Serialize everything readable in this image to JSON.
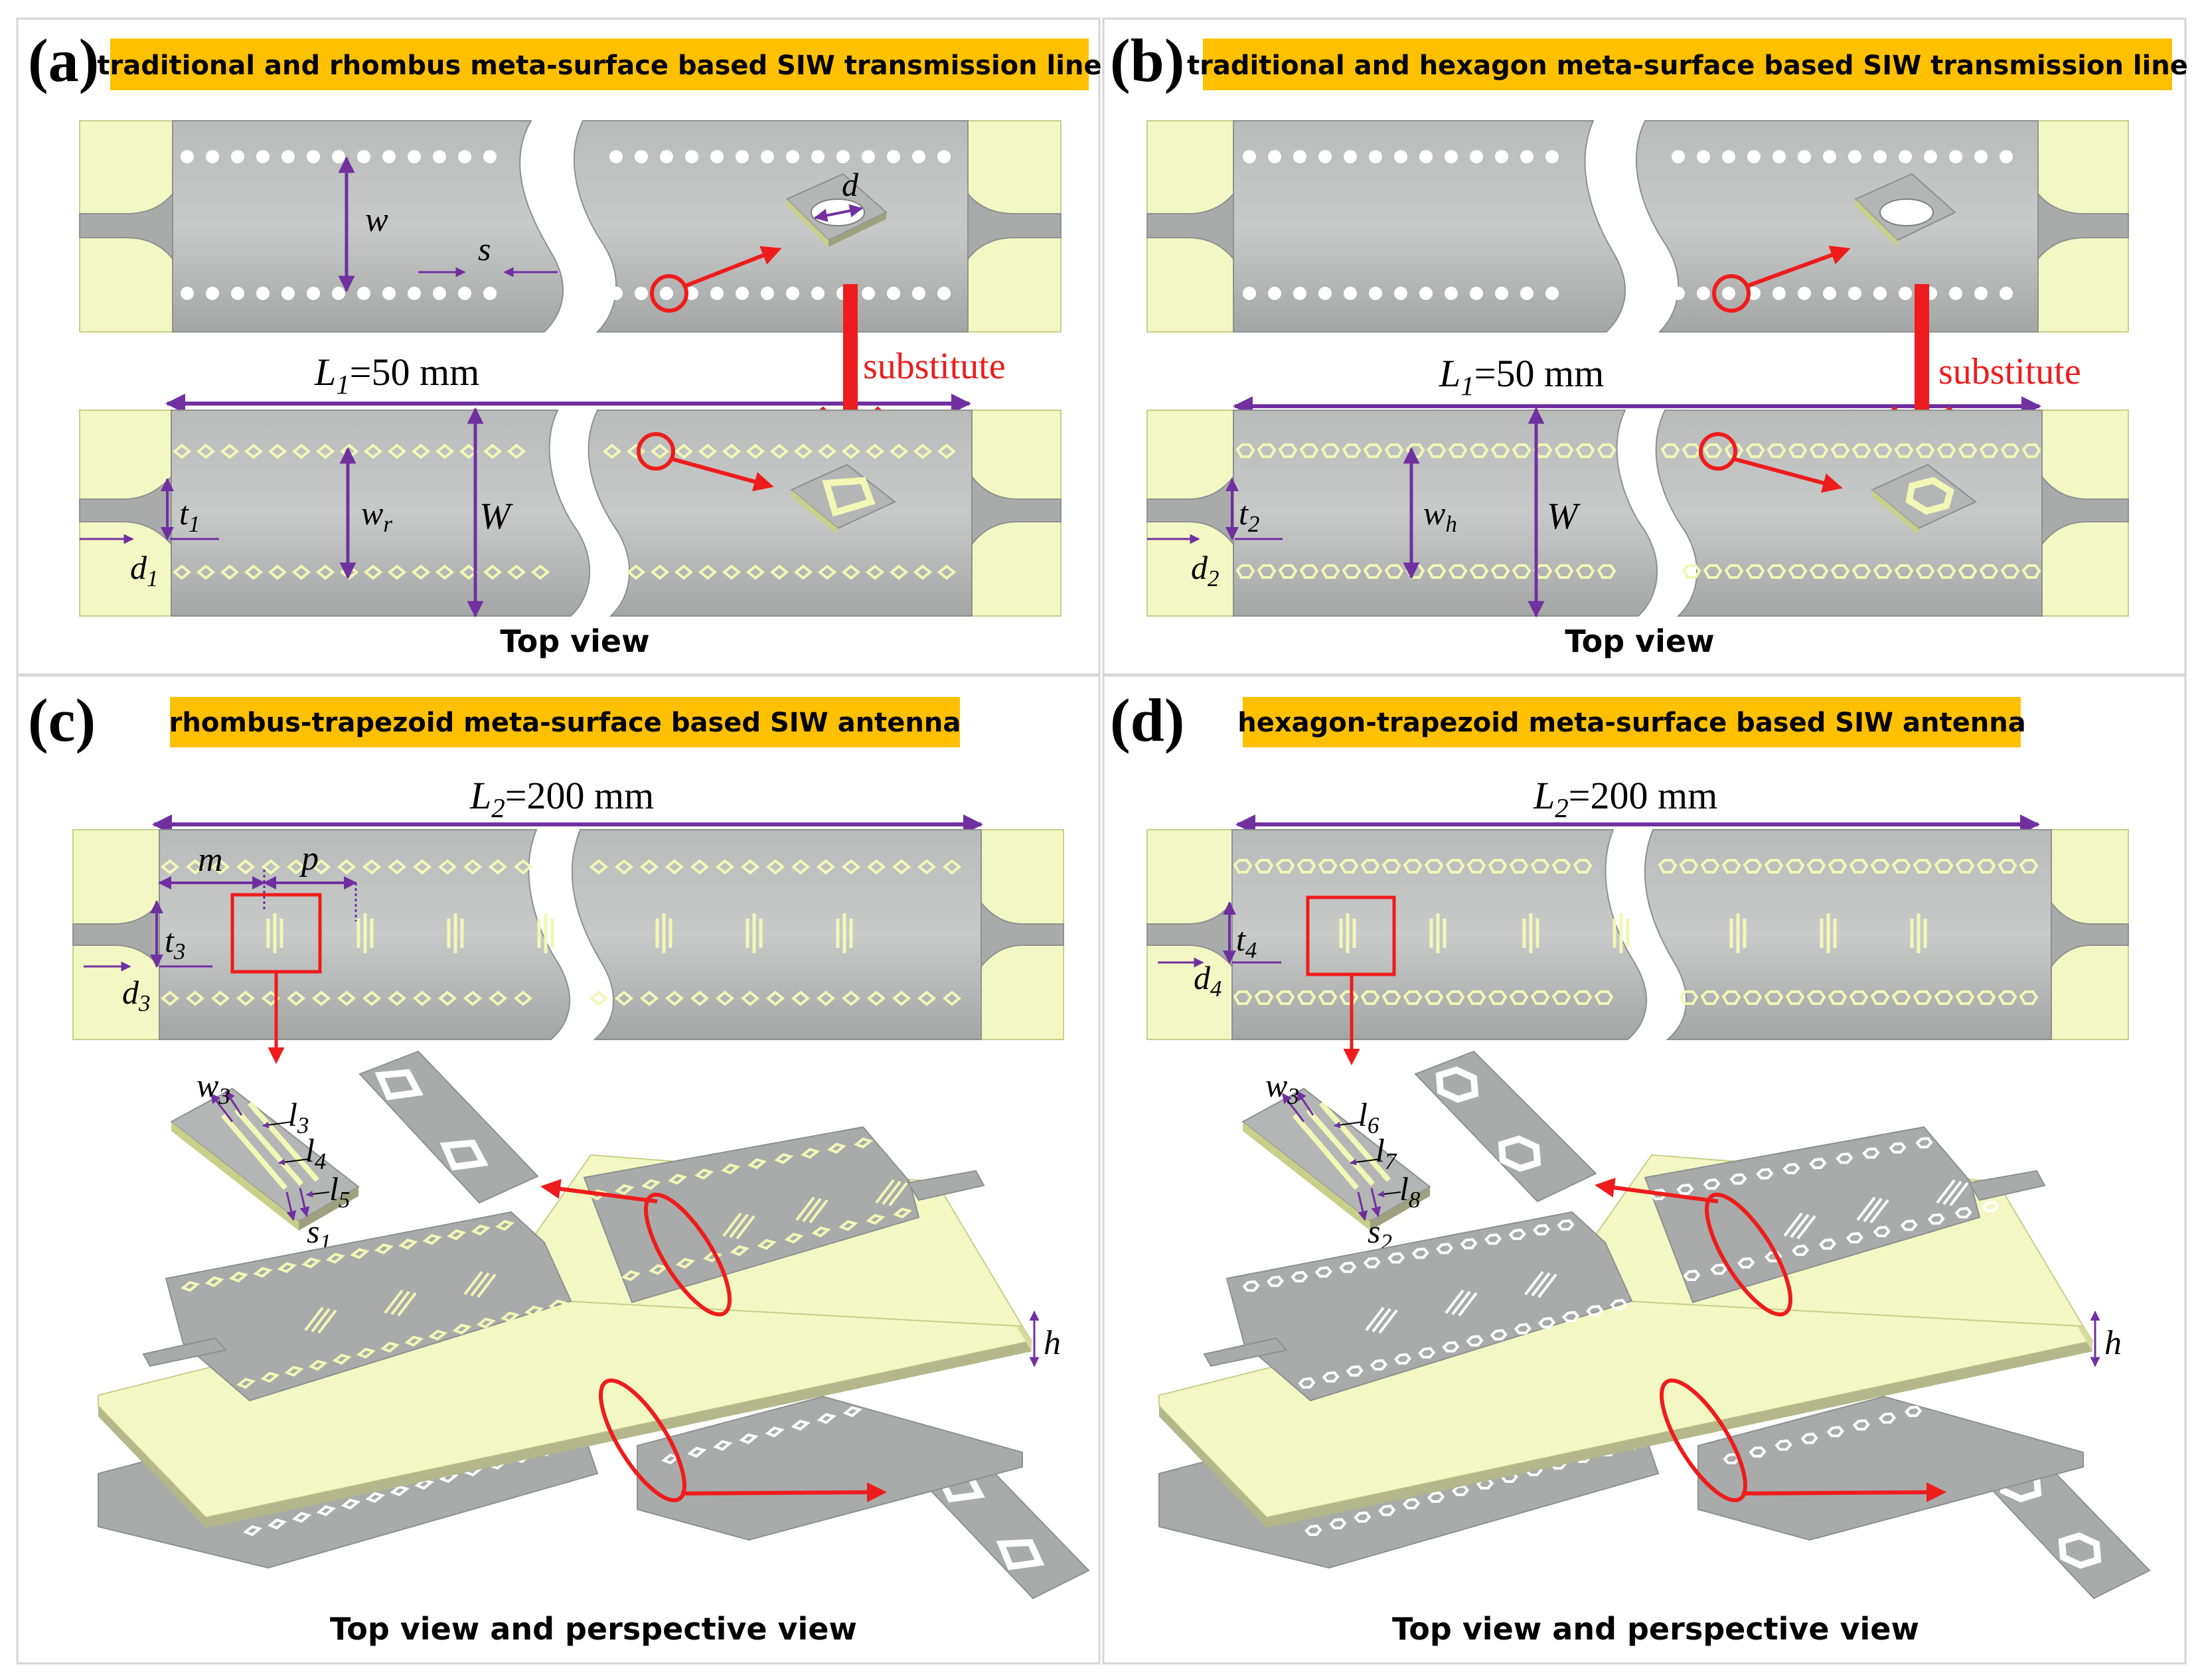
{
  "colors": {
    "metal": "#a9abaa",
    "metal_dark": "#8e908f",
    "substrate": "#f3f7c4",
    "substrate_edge": "#c9cf8a",
    "title_bg": "#ffc000",
    "arrow_red": "#ee1c1c",
    "dim_purple": "#7030a0",
    "slot_yellow": "#f2f7b6",
    "border": "#cfcfcf"
  },
  "panels": {
    "a": {
      "label": "(a)",
      "title": "traditional and rhombus meta-surface based SIW transmission line",
      "dim_L1": "L1=50 mm",
      "substitute": "substitute",
      "caption": "Top view",
      "labels": {
        "w": "w",
        "s": "s",
        "d": "d",
        "t1": "t1",
        "d1": "d1",
        "wr": "wr",
        "W": "W"
      }
    },
    "b": {
      "label": "(b)",
      "title": "traditional and hexagon meta-surface based SIW transmission line",
      "dim_L1": "L1=50 mm",
      "substitute": "substitute",
      "caption": "Top view",
      "labels": {
        "t2": "t2",
        "d2": "d2",
        "wh": "wh",
        "W": "W"
      }
    },
    "c": {
      "label": "(c)",
      "title": "rhombus-trapezoid meta-surface based SIW antenna",
      "dim_L2": "L2=200 mm",
      "caption": "Top view and perspective view",
      "labels": {
        "m": "m",
        "p": "p",
        "t3": "t3",
        "d3": "d3",
        "w3": "w3",
        "l3": "l3",
        "l4": "l4",
        "l5": "l5",
        "s1": "s1",
        "h": "h"
      }
    },
    "d": {
      "label": "(d)",
      "title": "hexagon-trapezoid meta-surface based SIW antenna",
      "dim_L2": "L2=200 mm",
      "caption": "Top view and perspective view",
      "labels": {
        "t4": "t4",
        "d4": "d4",
        "w3": "w3",
        "l6": "l6",
        "l7": "l7",
        "l8": "l8",
        "s2": "s2",
        "h": "h"
      }
    }
  }
}
